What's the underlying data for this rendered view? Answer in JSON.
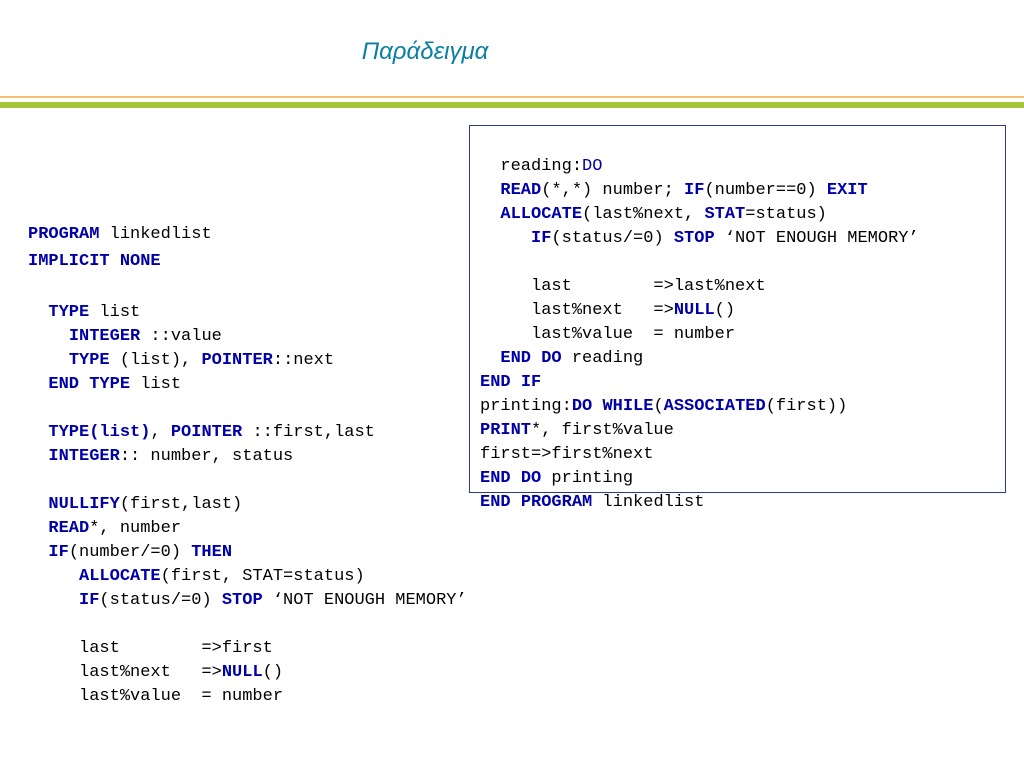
{
  "title": "Παράδειγμα",
  "colors": {
    "title": "#0b7fa3",
    "keyword": "#0000a8",
    "text": "#000000",
    "rule_thin": "#f2c27a",
    "rule_thick": "#a6c43a",
    "box_border": "#2b3a8f"
  },
  "left_code": {
    "l1": [
      "PROGRAM",
      " linkedlist"
    ],
    "l2": [
      "IMPLICIT",
      " ",
      "NONE"
    ],
    "l3": [
      "  ",
      "TYPE",
      " list"
    ],
    "l4": [
      "    ",
      "INTEGER",
      " ::value"
    ],
    "l5": [
      "    ",
      "TYPE",
      " (list), ",
      "POINTER",
      "::next"
    ],
    "l6": [
      "  ",
      "END",
      " ",
      "TYPE",
      " list"
    ],
    "l7": [
      "  ",
      "TYPE(list)",
      ", ",
      "POINTER",
      " ::first,last"
    ],
    "l8": [
      "  ",
      "INTEGER",
      ":: number, status"
    ],
    "l9": [
      "  ",
      "NULLIFY",
      "(first,last)"
    ],
    "l10": [
      "  ",
      "READ",
      "*, number"
    ],
    "l11": [
      "  ",
      "IF",
      "(number/=0) ",
      "THEN"
    ],
    "l12": [
      "     ",
      "ALLOCATE",
      "(first, STAT=status)"
    ],
    "l13": [
      "     ",
      "IF",
      "(status/=0) ",
      "STOP",
      " ‘NOT ENOUGH MEMORY’"
    ],
    "l14": [
      "     last        =>first"
    ],
    "l15": [
      "     last%next   =>",
      "NULL",
      "()"
    ],
    "l16": [
      "     last%value  = number"
    ]
  },
  "box_code": {
    "b1": [
      "  reading:",
      "DO"
    ],
    "b2": [
      "  ",
      "READ",
      "(*,*) number; ",
      "IF",
      "(number==0) ",
      "EXIT"
    ],
    "b3": [
      "  ",
      "ALLOCATE",
      "(last%next, ",
      "STAT",
      "=status)"
    ],
    "b4": [
      "     ",
      "IF",
      "(status/=0) ",
      "STOP",
      " ‘NOT ENOUGH MEMORY’"
    ],
    "b5": [
      "     last        =>last%next"
    ],
    "b6": [
      "     last%next   =>",
      "NULL",
      "()"
    ],
    "b7": [
      "     last%value  = number"
    ],
    "b8": [
      "  ",
      "END",
      " ",
      "DO",
      " reading"
    ],
    "b9": [
      "END",
      " ",
      "IF"
    ],
    "b10": [
      "printing:",
      "DO",
      " ",
      "WHILE",
      "(",
      "ASSOCIATED",
      "(first))"
    ],
    "b11": [
      "PRINT",
      "*, first%value"
    ],
    "b12": [
      "first=>first%next"
    ],
    "b13": [
      "END",
      " ",
      "DO",
      " printing"
    ],
    "b14": [
      "END",
      " ",
      "PROGRAM",
      " linkedlist"
    ]
  }
}
